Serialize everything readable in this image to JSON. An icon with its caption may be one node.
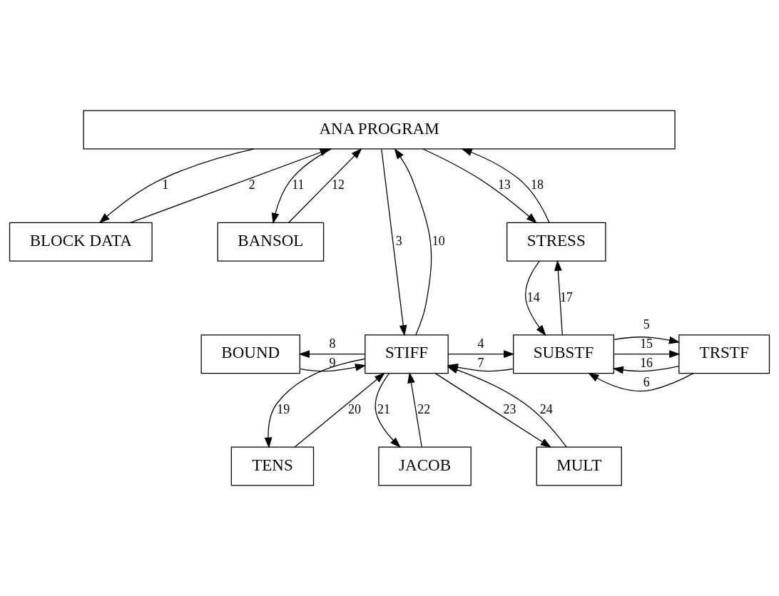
{
  "diagram": {
    "nodes": [
      {
        "text": [
          "ANA PROGRAM"
        ]
      },
      {
        "text": [
          "BLOCK DATA"
        ]
      },
      {
        "text": [
          "BANSOL"
        ]
      },
      {
        "text": [
          "STRESS"
        ]
      },
      {
        "text": [
          "BOUND"
        ]
      },
      {
        "text": [
          "STIFF"
        ]
      },
      {
        "text": [
          "SUBSTF"
        ]
      },
      {
        "text": [
          "TRSTF"
        ]
      },
      {
        "text": [
          "TENS"
        ]
      },
      {
        "text": [
          "JACOB"
        ]
      },
      {
        "text": [
          "MULT"
        ]
      }
    ],
    "edges": [
      {
        "from": 0,
        "to": 1,
        "arrow": "to",
        "label": "1"
      },
      {
        "from": 1,
        "to": 0,
        "arrow": "to",
        "label": "2"
      },
      {
        "from": 0,
        "to": 5,
        "arrow": "to",
        "label": "3"
      },
      {
        "from": 5,
        "to": 6,
        "arrow": "to",
        "label": "4"
      },
      {
        "from": 6,
        "to": 7,
        "arrow": "to",
        "label": "5"
      },
      {
        "from": 7,
        "to": 6,
        "arrow": "to",
        "label": "6"
      },
      {
        "from": 6,
        "to": 5,
        "arrow": "to",
        "label": "7"
      },
      {
        "from": 5,
        "to": 4,
        "arrow": "to",
        "label": "8"
      },
      {
        "from": 4,
        "to": 5,
        "arrow": "to",
        "label": "9"
      },
      {
        "from": 5,
        "to": 0,
        "arrow": "to",
        "label": "10"
      },
      {
        "from": 0,
        "to": 2,
        "arrow": "to",
        "label": "11"
      },
      {
        "from": 2,
        "to": 0,
        "arrow": "to",
        "label": "12"
      },
      {
        "from": 0,
        "to": 3,
        "arrow": "to",
        "label": "13"
      },
      {
        "from": 3,
        "to": 6,
        "arrow": "to",
        "label": "14"
      },
      {
        "from": 6,
        "to": 7,
        "arrow": "to",
        "label": "15"
      },
      {
        "from": 7,
        "to": 6,
        "arrow": "to",
        "label": "16"
      },
      {
        "from": 6,
        "to": 3,
        "arrow": "to",
        "label": "17"
      },
      {
        "from": 3,
        "to": 0,
        "arrow": "to",
        "label": "18"
      },
      {
        "from": 5,
        "to": 8,
        "arrow": "to",
        "label": "19"
      },
      {
        "from": 8,
        "to": 5,
        "arrow": "to",
        "label": "20"
      },
      {
        "from": 5,
        "to": 9,
        "arrow": "to",
        "label": "21"
      },
      {
        "from": 9,
        "to": 5,
        "arrow": "to",
        "label": "22"
      },
      {
        "from": 5,
        "to": 10,
        "arrow": "to",
        "label": "23"
      },
      {
        "from": 10,
        "to": 5,
        "arrow": "to",
        "label": "24"
      }
    ]
  }
}
